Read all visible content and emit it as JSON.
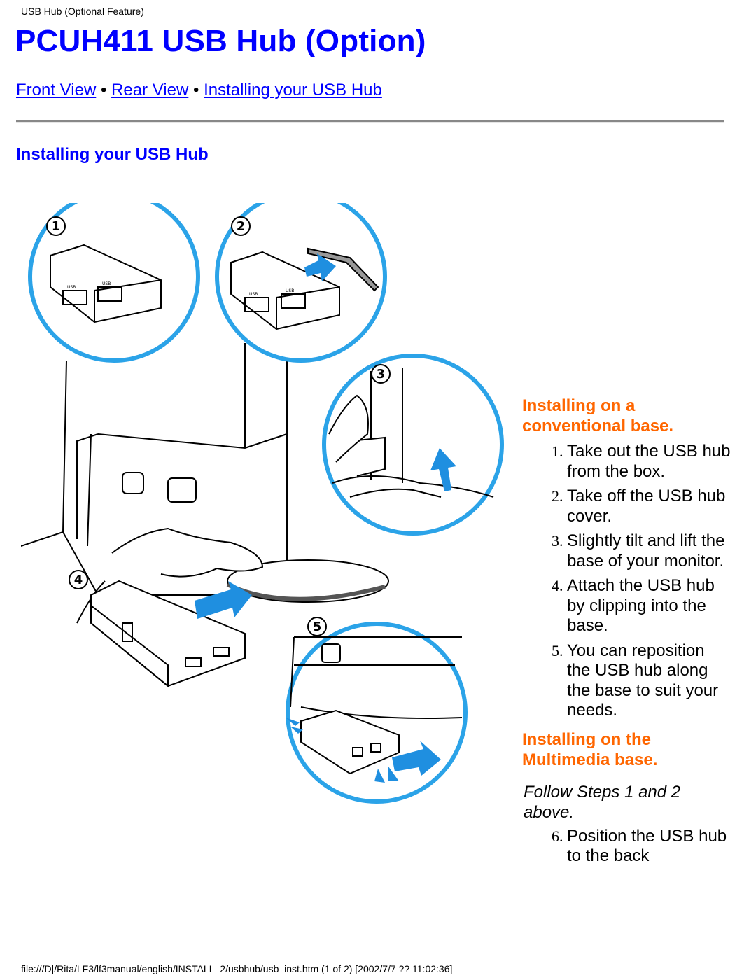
{
  "header": {
    "page_label": "USB Hub (Optional Feature)",
    "title": "PCUH411 USB Hub (Option)"
  },
  "nav": {
    "links": [
      "Front View",
      "Rear View",
      "Installing your USB Hub"
    ],
    "separator": " • "
  },
  "section": {
    "title": "Installing your USB Hub"
  },
  "illustration": {
    "step_numbers": [
      "1",
      "2",
      "3",
      "4",
      "5"
    ],
    "port_label": "USB"
  },
  "conventional": {
    "heading": "Installing on a conventional base.",
    "steps": [
      "Take out the USB hub from the box.",
      "Take off the USB hub cover.",
      "Slightly tilt and lift the base of your monitor.",
      "Attach the USB hub by clipping into the base.",
      "You can reposition the USB hub along the base to suit your needs."
    ]
  },
  "multimedia": {
    "heading": "Installing on the Multimedia base.",
    "note": "Follow Steps 1 and 2 above.",
    "steps": [
      "Position the USB hub to the back"
    ]
  },
  "footer": {
    "text": "file:///D|/Rita/LF3/lf3manual/english/INSTALL_2/usbhub/usb_inst.htm (1 of 2) [2002/7/7 ?? 11:02:36]"
  },
  "colors": {
    "link": "#0000ff",
    "subheading": "#ff6600",
    "callout_ring": "#2ba3e8",
    "arrow": "#1f8fe0"
  }
}
